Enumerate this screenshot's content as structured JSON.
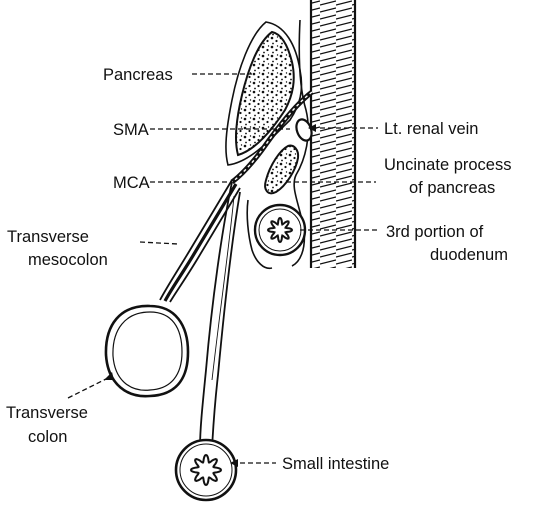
{
  "labels": {
    "pancreas": "Pancreas",
    "sma": "SMA",
    "mca": "MCA",
    "transverse_mesocolon_1": "Transverse",
    "transverse_mesocolon_2": "mesocolon",
    "transverse_colon_1": "Transverse",
    "transverse_colon_2": "colon",
    "renal_vein": "Lt. renal vein",
    "uncinate_1": "Uncinate process",
    "uncinate_2": "of pancreas",
    "duodenum_1": "3rd portion of",
    "duodenum_2": "duodenum",
    "small_intestine": "Small intestine"
  },
  "colors": {
    "ink": "#111111",
    "background": "#ffffff"
  }
}
